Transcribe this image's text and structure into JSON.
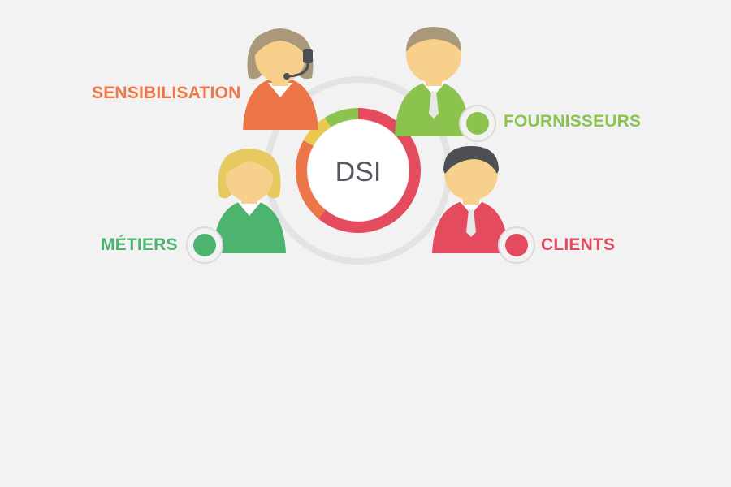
{
  "center": {
    "label": "DSI",
    "color": "#555a61"
  },
  "groups": [
    {
      "id": "sensibilisation",
      "label": "SENSIBILISATION",
      "color": "#ec7647"
    },
    {
      "id": "fournisseurs",
      "label": "FOURNISSEURS",
      "color": "#8cc34f"
    },
    {
      "id": "metiers",
      "label": "MÉTIERS",
      "color": "#4cb46f"
    },
    {
      "id": "clients",
      "label": "CLIENTS",
      "color": "#e44b5e"
    }
  ],
  "ring": {
    "segments": [
      {
        "color": "#e44b5e",
        "share": 0.61
      },
      {
        "color": "#ec7647",
        "share": 0.22
      },
      {
        "color": "#e9c84e",
        "share": 0.08
      },
      {
        "color": "#8cc34f",
        "share": 0.09
      }
    ]
  },
  "palette": {
    "skin": "#f7d18c",
    "hair_brown": "#a9997a",
    "hair_blonde": "#e7c961",
    "hair_dark": "#4d4f55",
    "outer_ring": "#e3e3e3",
    "background": "#f3f2f2"
  }
}
